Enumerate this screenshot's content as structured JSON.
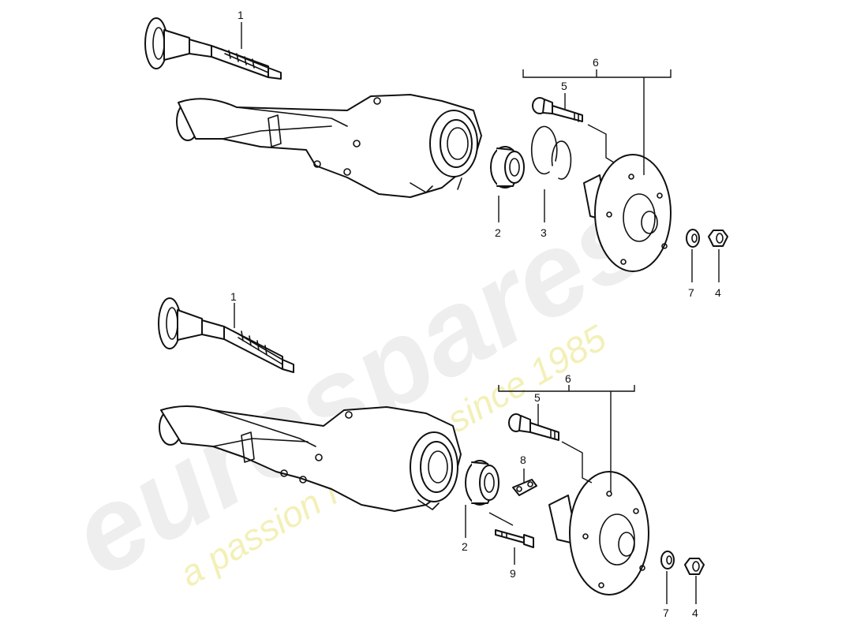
{
  "watermark": {
    "brand": "eurospares",
    "tagline": "a passion for parts since 1985",
    "brand_color": "#eeeeee",
    "tagline_color": "#f3f0b8"
  },
  "assemblies": [
    {
      "callouts": {
        "axle_shaft": "1",
        "wheel_bearing": "2",
        "circlip": "3",
        "nut": "4",
        "bolt": "5",
        "hub_group": "6",
        "washer": "7"
      }
    },
    {
      "callouts": {
        "axle_shaft": "1",
        "wheel_bearing": "2",
        "nut": "4",
        "bolt": "5",
        "hub_group": "6",
        "washer": "7",
        "lock_plate": "8",
        "small_bolt": "9"
      }
    }
  ]
}
